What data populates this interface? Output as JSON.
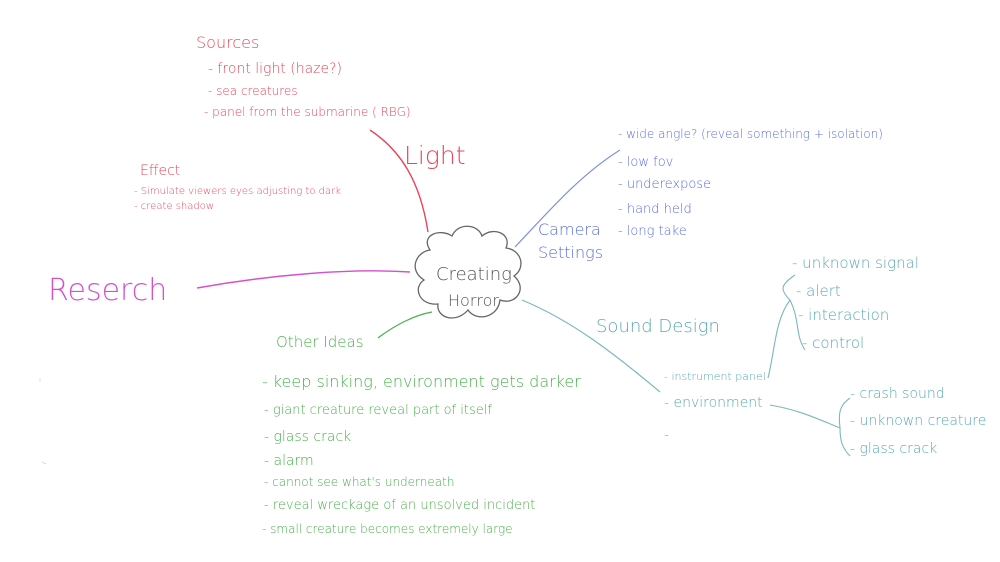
{
  "center": {
    "line1": "Creating",
    "line2": "Horror"
  },
  "research": {
    "label": "Reserch"
  },
  "light": {
    "label": "Light",
    "sources": {
      "title": "Sources",
      "items": [
        "- front light (haze?)",
        "- sea creatures",
        "- panel from the submarine ( RBG)"
      ]
    },
    "effect": {
      "title": "Effect",
      "items": [
        "- Simulate viewers eyes adjusting to dark",
        "- create shadow"
      ]
    }
  },
  "camera": {
    "label_line1": "Camera",
    "label_line2": "Settings",
    "items": [
      "- wide angle? (reveal something + isolation)",
      "- low fov",
      "- underexpose",
      "- hand held",
      "- long take"
    ]
  },
  "sound": {
    "label": "Sound Design",
    "items": [
      "- instrument panel",
      "- environment",
      "-"
    ],
    "panel_items": [
      "- unknown signal",
      "- alert",
      "- interaction",
      "- control"
    ],
    "environment_items": [
      "- crash sound",
      "- unknown creature",
      "- glass crack"
    ]
  },
  "other": {
    "label": "Other Ideas",
    "items": [
      "- keep sinking, environment gets darker",
      "- giant creature reveal  part of itself",
      "- glass crack",
      "- alarm",
      "- cannot see what's underneath",
      "- reveal wreckage of an unsolved incident",
      "- small creature becomes extremely large"
    ]
  },
  "colors": {
    "light": "#e8475a",
    "camera": "#5b6fe0",
    "sound": "#5aa9b0",
    "other": "#48b04a",
    "research": "#d44fd2",
    "center": "#555555"
  }
}
